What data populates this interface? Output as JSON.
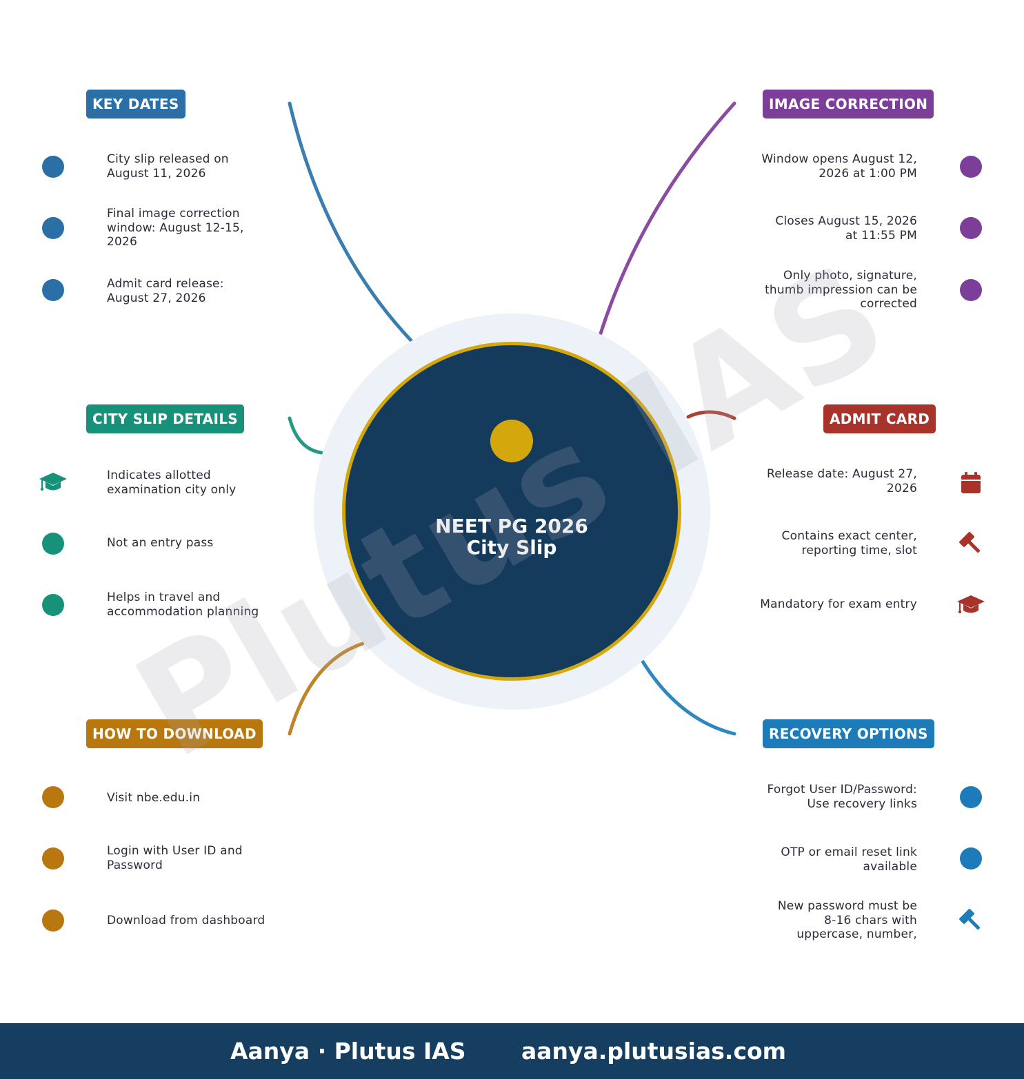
{
  "colors": {
    "key_dates": "#2a6fa6",
    "image_correction": "#7b3f99",
    "city_slip_details": "#17917a",
    "admit_card": "#a7332b",
    "how_to_download": "#b8770f",
    "recovery_options": "#1c7bb8",
    "center_fill": "#143a5c",
    "center_accent": "#d4a80c",
    "footer": "#163e60"
  },
  "center": {
    "line1": "NEET PG 2026",
    "line2": "City Slip"
  },
  "watermark": "Plutus IAS",
  "sections": {
    "key_dates": {
      "label": "KEY DATES",
      "items": [
        {
          "text": "City slip released on August 11, 2026",
          "icon": "circle"
        },
        {
          "text": "Final image correction window: August 12-15, 2026",
          "icon": "circle"
        },
        {
          "text": "Admit card release: August 27, 2026",
          "icon": "circle"
        }
      ]
    },
    "image_correction": {
      "label": "IMAGE CORRECTION",
      "items": [
        {
          "text": "Window opens August 12, 2026 at 1:00 PM",
          "icon": "circle"
        },
        {
          "text": "Closes August 15, 2026 at 11:55 PM",
          "icon": "circle"
        },
        {
          "text": "Only photo, signature, thumb impression can be corrected",
          "icon": "circle"
        }
      ]
    },
    "city_slip_details": {
      "label": "CITY SLIP DETAILS",
      "items": [
        {
          "text": "Indicates allotted examination city only",
          "icon": "graduation-cap-icon"
        },
        {
          "text": "Not an entry pass",
          "icon": "circle"
        },
        {
          "text": "Helps in travel and accommodation planning",
          "icon": "circle"
        }
      ]
    },
    "admit_card": {
      "label": "ADMIT CARD",
      "items": [
        {
          "text": "Release date: August 27, 2026",
          "icon": "calendar-icon"
        },
        {
          "text": "Contains exact center, reporting time, slot",
          "icon": "gavel-icon"
        },
        {
          "text": "Mandatory for exam entry",
          "icon": "graduation-cap-icon"
        }
      ]
    },
    "how_to_download": {
      "label": "HOW TO DOWNLOAD",
      "items": [
        {
          "text": "Visit nbe.edu.in",
          "icon": "circle"
        },
        {
          "text": "Login with User ID and Password",
          "icon": "circle"
        },
        {
          "text": "Download from dashboard",
          "icon": "circle"
        }
      ]
    },
    "recovery_options": {
      "label": "RECOVERY OPTIONS",
      "items": [
        {
          "text": "Forgot User ID/Password: Use recovery links",
          "icon": "circle"
        },
        {
          "text": "OTP or email reset link available",
          "icon": "circle"
        },
        {
          "text": "New password must be 8-16 chars with uppercase, number,",
          "icon": "gavel-icon"
        }
      ]
    }
  },
  "footer": {
    "brand": "Aanya · Plutus IAS",
    "url": "aanya.plutusias.com"
  }
}
